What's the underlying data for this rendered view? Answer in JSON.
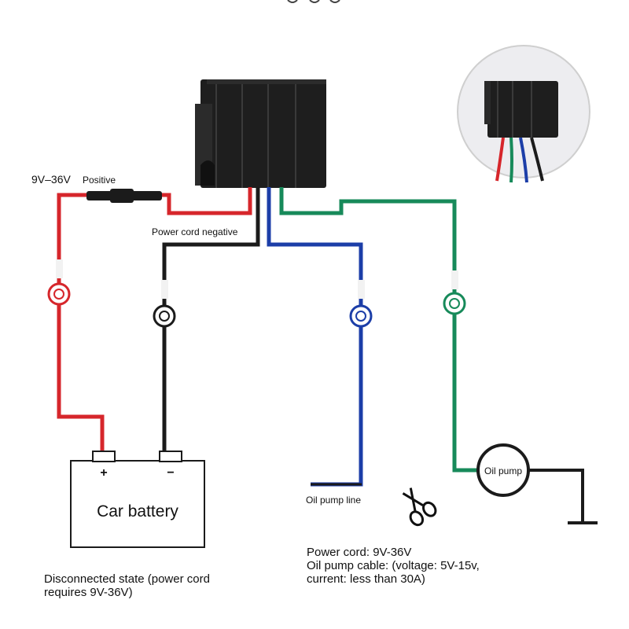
{
  "labels": {
    "voltage": "9V–36V",
    "positive": "Positive",
    "power_cord_negative": "Power cord negative",
    "oil_pump_line": "Oil pump line",
    "oil_pump": "Oil pump",
    "car_battery": "Car battery",
    "battery_plus": "+",
    "battery_minus": "−"
  },
  "notes": {
    "left": {
      "line1": "Disconnected state (power cord",
      "line2": "requires 9V-36V)"
    },
    "right": {
      "line1": "Power cord: 9V-36V",
      "line2": "Oil pump cable: (voltage: 5V-15v,",
      "line3": "current: less than 30A)"
    }
  },
  "colors": {
    "red_wire": "#d6262b",
    "black_wire": "#1b1b1b",
    "blue_wire": "#1c3ea8",
    "green_wire": "#178a5a",
    "relay_body": "#1e1e1e",
    "inset_border": "#cfcfcf",
    "inset_bg": "#e9e9ec"
  }
}
